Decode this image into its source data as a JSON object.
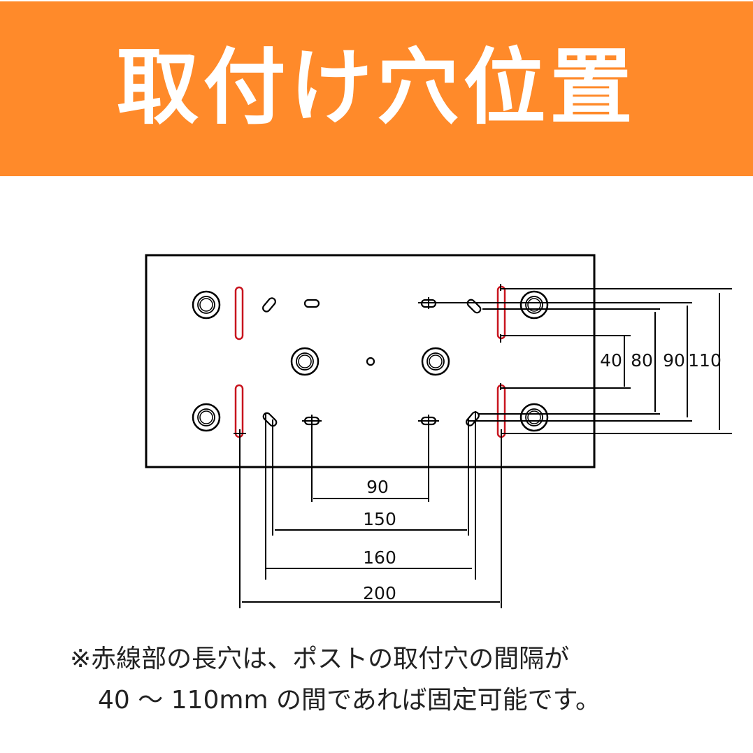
{
  "header": {
    "title": "取付け穴位置",
    "background_color": "#FF8A2A",
    "text_color": "#FFFFFF"
  },
  "diagram": {
    "plate_outline_color": "#000000",
    "slot_highlight_color": "#C8141E",
    "vertical_dimensions": {
      "unit": "mm",
      "labels": [
        "40",
        "80",
        "90",
        "110"
      ]
    },
    "horizontal_dimensions": {
      "unit": "mm",
      "labels": [
        "90",
        "150",
        "160",
        "200"
      ]
    }
  },
  "footnote": {
    "line1": "※赤線部の長穴は、ポストの取付穴の間隔が",
    "line2": "40 ～ 110mm の間であれば固定可能です。"
  }
}
